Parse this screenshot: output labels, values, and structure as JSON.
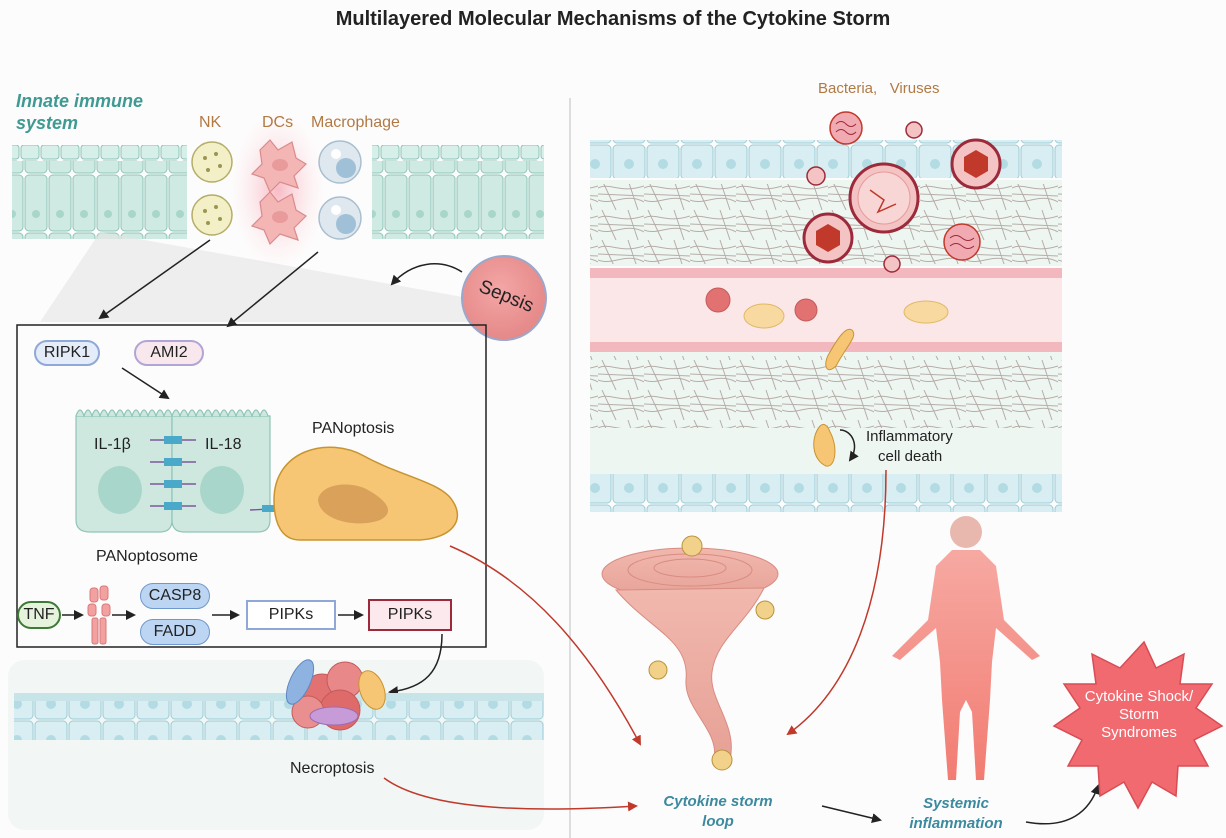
{
  "title": "Multilayered Molecular Mechanisms of the Cytokine Storm",
  "innate_label_line1": "Innate immune",
  "innate_label_line2": "system",
  "cells": {
    "nk": "NK",
    "dcs": "DCs",
    "macrophage": "Macrophage"
  },
  "sepsis": "Sepsis",
  "pathogens": "Bacteria,   Viruses",
  "box": {
    "ripk1": "RIPK1",
    "ami2": "AMI2",
    "il1b": "IL-1β",
    "il18": "IL-18",
    "panoptosis": "PANoptosis",
    "panoptosome": "PANoptosome",
    "tnf": "TNF",
    "casp8": "CASP8",
    "fadd": "FADD",
    "pipks1": "PIPKs",
    "pipks2": "PIPKs"
  },
  "necroptosis": "Necroptosis",
  "inflammatory_line1": "Inflammatory",
  "inflammatory_line2": "cell death",
  "storm_loop_line1": "Cytokine storm",
  "storm_loop_line2": "loop",
  "systemic_line1": "Systemic",
  "systemic_line2": "inflammation",
  "shock_line1": "Cytokine Shock/",
  "shock_line2": "Storm",
  "shock_line3": "Syndromes",
  "colors": {
    "teal": "#3f9a92",
    "brown": "#b07a45",
    "arrow_red": "#c0392b",
    "epithelium": "#d4ece6",
    "starburst": "#f06a70",
    "pipks_border": "#8fa8d8",
    "pipks_dark_border": "#9c2a3a"
  },
  "icons": [
    "nk-cell-icon",
    "dendritic-cell-icon",
    "macrophage-icon",
    "virus-icon",
    "bacteria-icon",
    "tnf-receptor-icon",
    "tornado-icon",
    "human-body-icon",
    "starburst-icon"
  ]
}
